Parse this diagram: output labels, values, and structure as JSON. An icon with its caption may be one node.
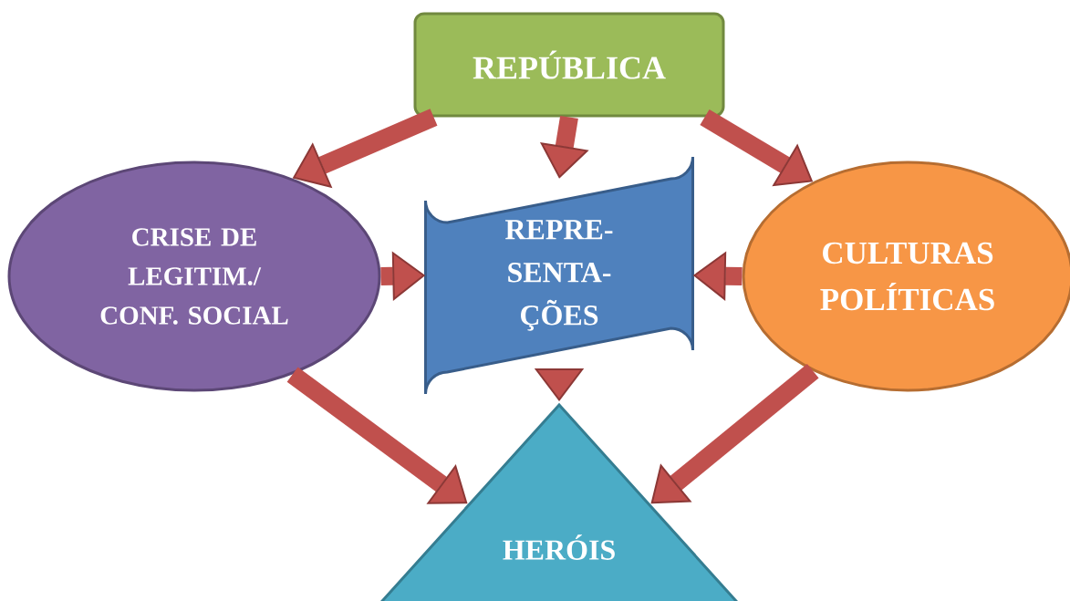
{
  "diagram": {
    "nodes": [
      {
        "text": [
          "REPÚBLICA"
        ]
      },
      {
        "text": [
          "CRISE DE LEGITIM./ CONF. SOCIAL"
        ]
      },
      {
        "text": [
          "REPRE- SENTA- ÇÕES"
        ]
      },
      {
        "text": [
          "CULTURAS POLÍTICAS"
        ]
      },
      {
        "text": [
          "HERÓIS"
        ]
      }
    ],
    "edges": [
      {
        "from": 0,
        "to": 1,
        "arrow": "to"
      },
      {
        "from": 0,
        "to": 2,
        "arrow": "to"
      },
      {
        "from": 0,
        "to": 3,
        "arrow": "to"
      },
      {
        "from": 1,
        "to": 2,
        "arrow": "to"
      },
      {
        "from": 3,
        "to": 2,
        "arrow": "to"
      },
      {
        "from": 1,
        "to": 4,
        "arrow": "to"
      },
      {
        "from": 2,
        "to": 4,
        "arrow": "to"
      },
      {
        "from": 3,
        "to": 4,
        "arrow": "to"
      }
    ]
  }
}
